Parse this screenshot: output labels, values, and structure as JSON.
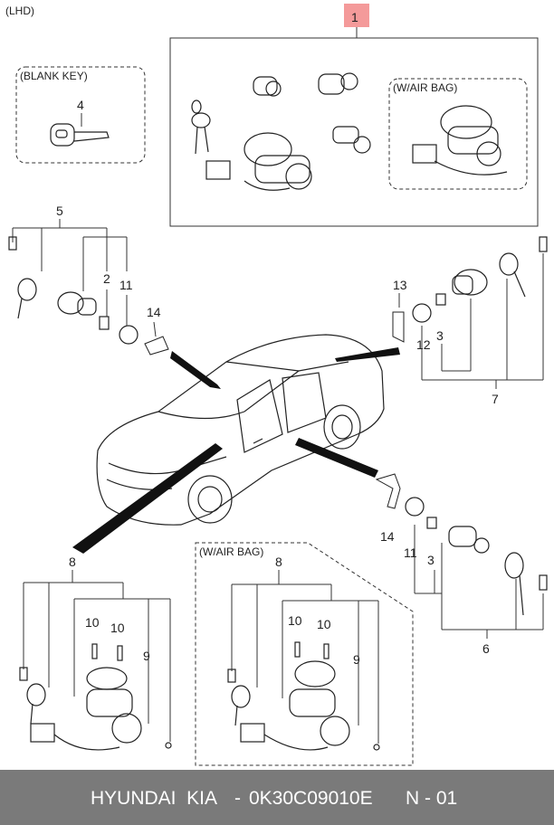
{
  "corner_label": "(LHD)",
  "callouts": {
    "c1": "1",
    "c4": "4",
    "c5": "5",
    "c2": "2",
    "c11_left": "11",
    "c14_left": "14",
    "c13": "13",
    "c3_right": "3",
    "c12": "12",
    "c7": "7",
    "c14_lower": "14",
    "c11_lower": "11",
    "c3_lower": "3",
    "c6": "6",
    "c8_left": "8",
    "c10_left_a": "10",
    "c10_left_b": "10",
    "c9_left": "9",
    "c8_right": "8",
    "c10_right_a": "10",
    "c10_right_b": "10",
    "c9_right": "9"
  },
  "groups": {
    "blank_key": "(BLANK KEY)",
    "airbag_upper": "(W/AIR BAG)",
    "airbag_lower": "(W/AIR BAG)"
  },
  "colors": {
    "callout_highlight": "#f49a9a",
    "footer_bg": "#7a7a7a",
    "footer_text": "#ffffff"
  },
  "footer": {
    "brand": "HYUNDAI  KIA",
    "separator": "-",
    "part_number": "0K30C09010E",
    "page": "N - 01"
  }
}
